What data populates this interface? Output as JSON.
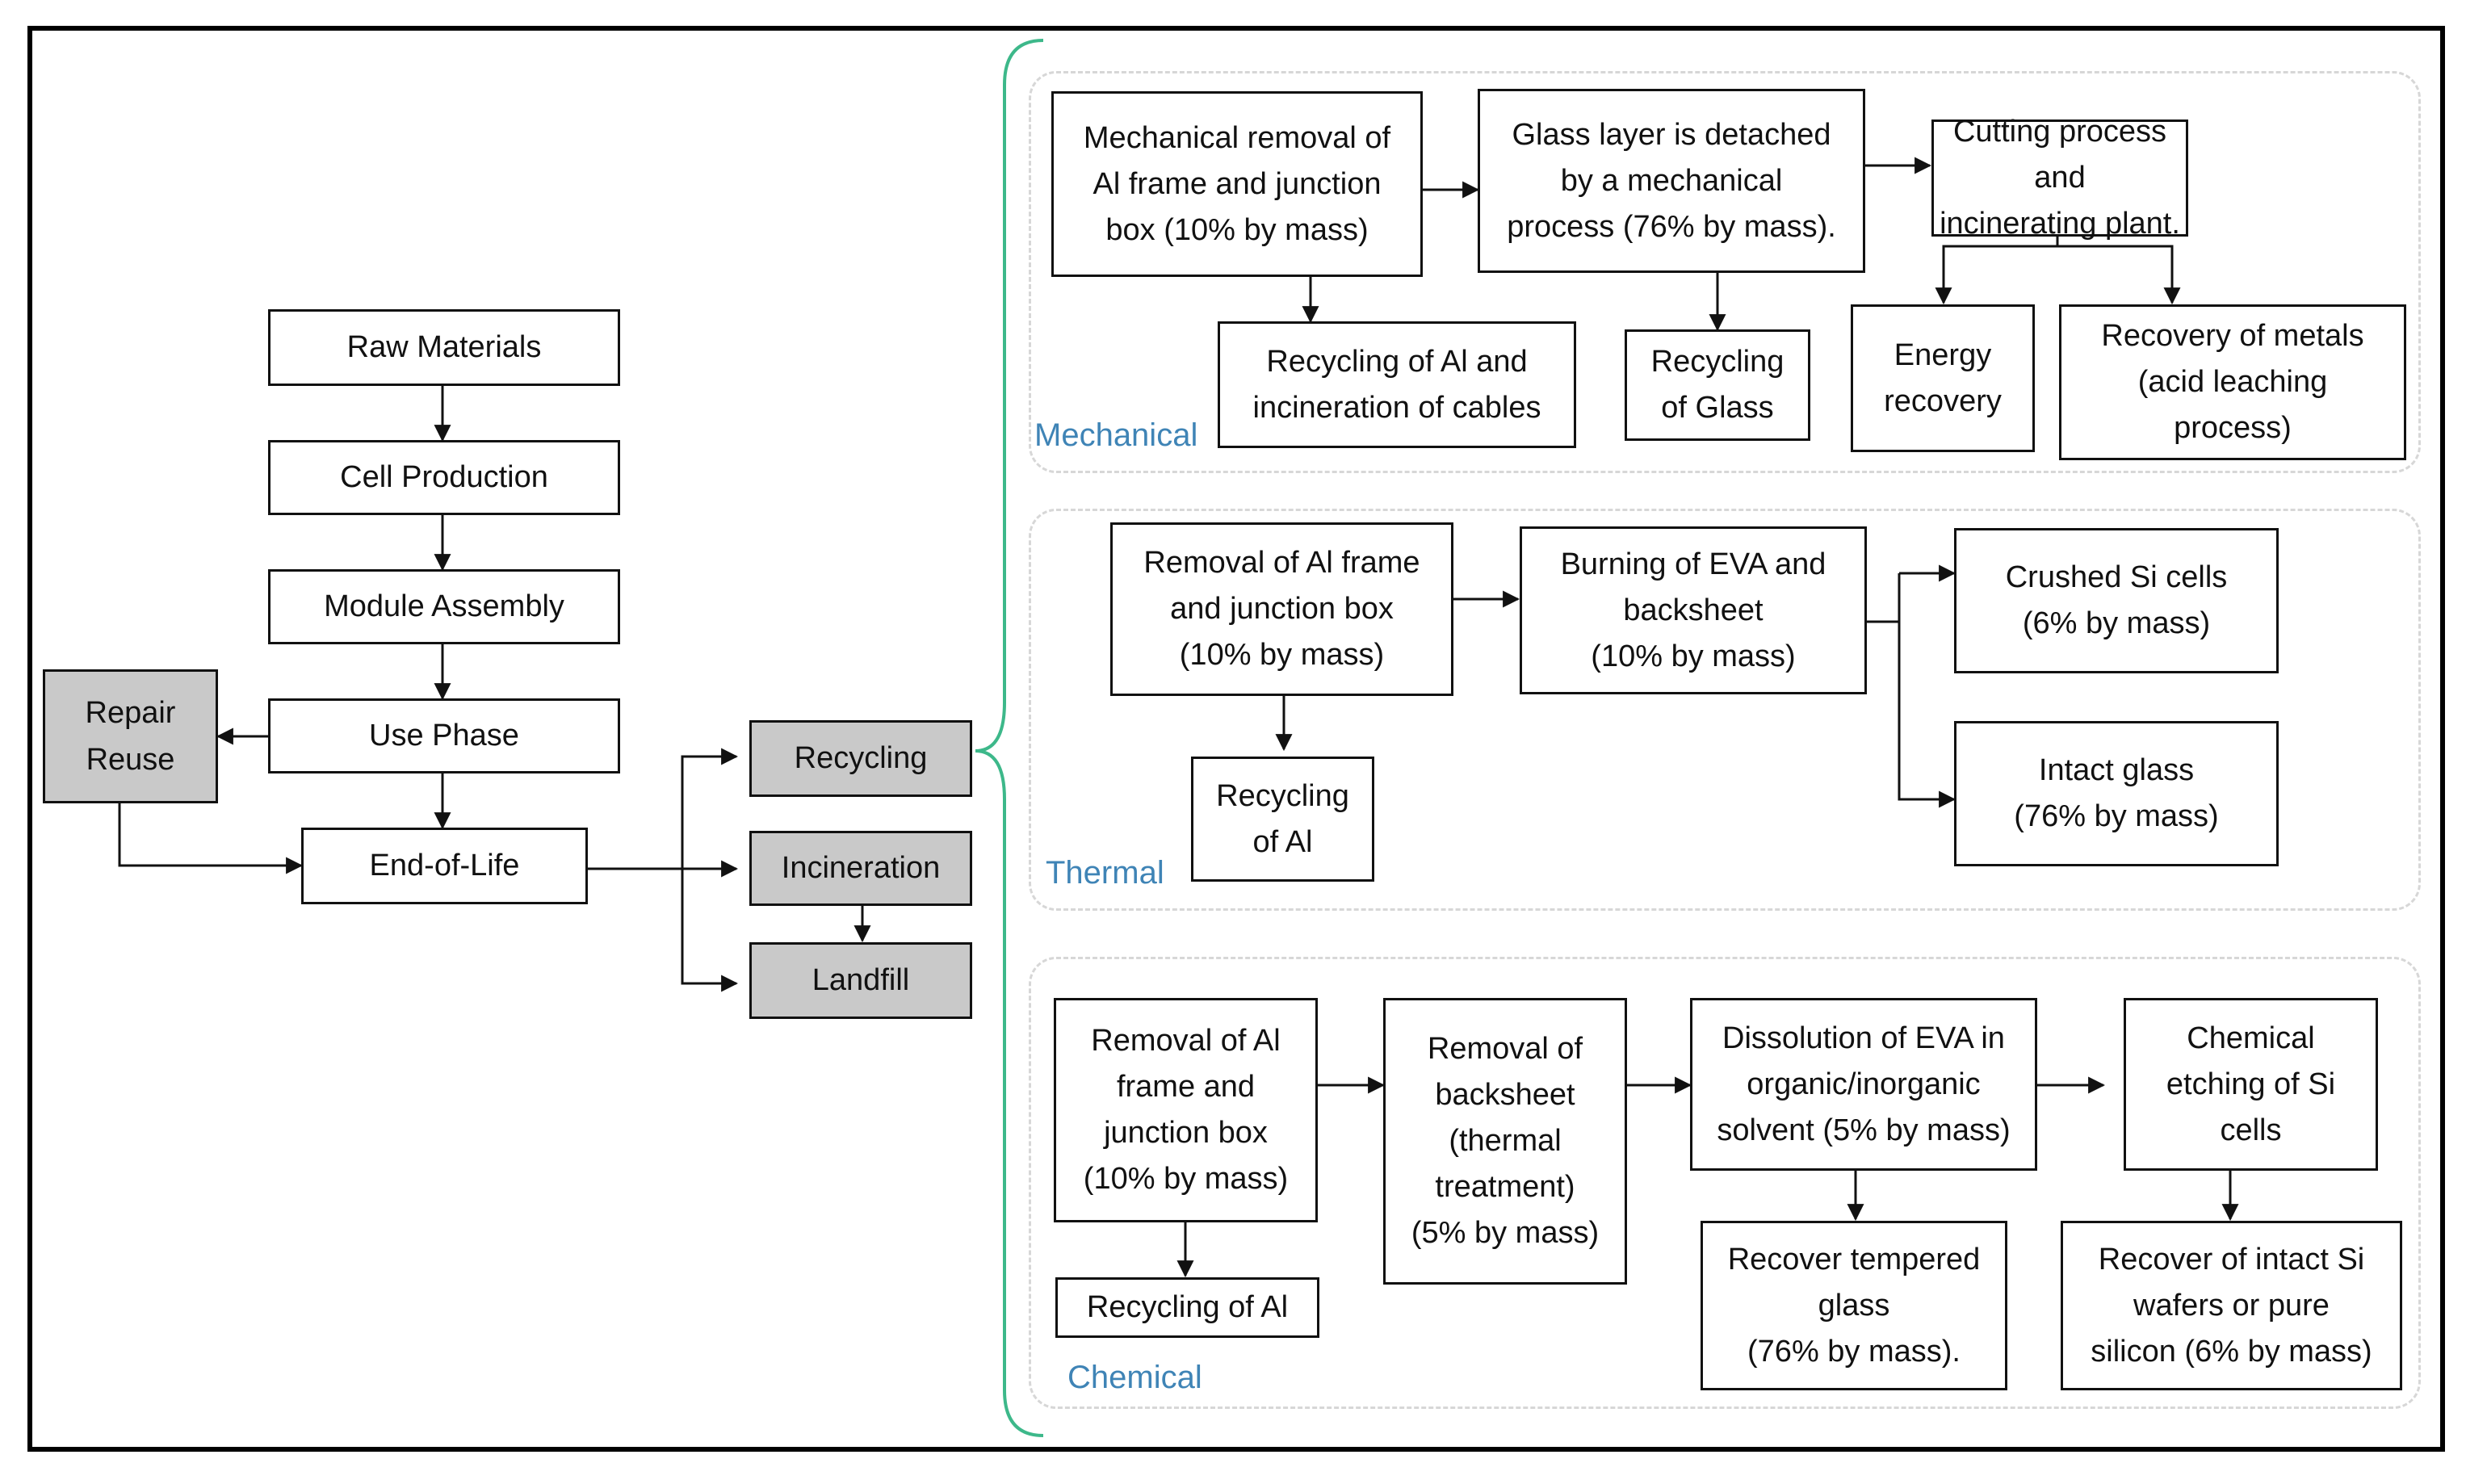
{
  "lifecycle": {
    "raw_materials": "Raw Materials",
    "cell_production": "Cell Production",
    "module_assembly": "Module Assembly",
    "use_phase": "Use Phase",
    "end_of_life": "End-of-Life",
    "repair_reuse": "Repair\nReuse",
    "recycling": "Recycling",
    "incineration": "Incineration",
    "landfill": "Landfill"
  },
  "mechanical": {
    "label": "Mechanical",
    "step1": "Mechanical removal of\nAl frame and junction\nbox (10% by mass)",
    "step2": "Glass layer is detached\nby a mechanical\nprocess (76% by mass).",
    "step3": "Cutting process and\nincinerating plant.",
    "out1": "Recycling of Al and\nincineration of cables",
    "out2": "Recycling\nof Glass",
    "out3": "Energy\nrecovery",
    "out4": "Recovery of metals\n(acid leaching\nprocess)"
  },
  "thermal": {
    "label": "Thermal",
    "step1": "Removal of Al frame\nand junction box\n(10% by mass)",
    "step2": "Burning of EVA and\nbacksheet\n(10% by mass)",
    "out1": "Crushed Si cells\n(6% by mass)",
    "out2": "Intact glass\n(76% by mass)",
    "out3": "Recycling\nof Al"
  },
  "chemical": {
    "label": "Chemical",
    "step1": "Removal of Al\nframe and\njunction box\n(10% by mass)",
    "step2": "Removal of\nbacksheet\n(thermal\ntreatment)\n(5% by mass)",
    "step3": "Dissolution of EVA in\norganic/inorganic\nsolvent (5% by mass)",
    "step4": "Chemical\netching of Si\ncells",
    "out1": "Recycling of Al",
    "out2": "Recover tempered\nglass\n(76% by mass).",
    "out3": "Recover of intact Si\nwafers or pure\nsilicon (6% by mass)"
  },
  "colors": {
    "brace": "#3db88a",
    "label": "#3f84b6",
    "process_fill": "#c9c9c9"
  }
}
